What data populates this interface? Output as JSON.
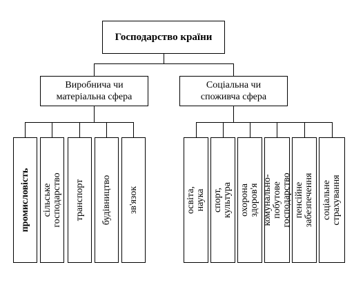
{
  "root": {
    "title": "Господарство країни"
  },
  "spheres": [
    {
      "title": "Виробнича чи\nматеріальна сфера"
    },
    {
      "title": "Соціальна чи\nспоживча сфера"
    }
  ],
  "production_branches": [
    "промисловість",
    "сільське господарство",
    "транспорт",
    "будівництво",
    "зв'язок"
  ],
  "service_branches": [
    "освіта, наука",
    "спорт, культура",
    "охорона здоров'я",
    "комунально-побутове\nгосподарство",
    "пенсійне забезпечення",
    "соціальне страхування"
  ]
}
